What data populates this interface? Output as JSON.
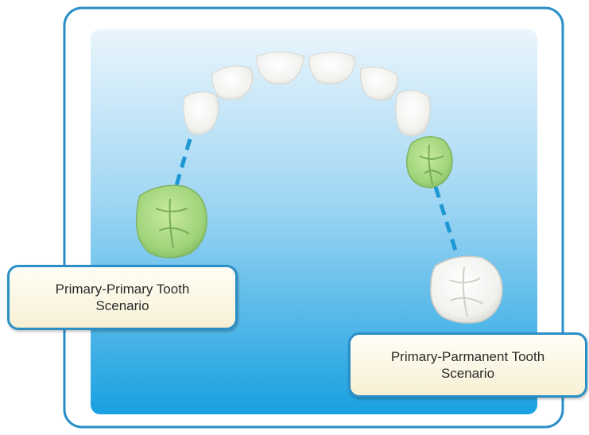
{
  "callouts": {
    "primary_primary": {
      "line1": "Primary-Primary Tooth",
      "line2": "Scenario"
    },
    "primary_permanent": {
      "line1": "Primary-Parmanent Tooth",
      "line2": "Scenario"
    }
  },
  "colors": {
    "frame_border": "#2a8fc6",
    "panel_top": "#e6f3fb",
    "panel_bottom": "#1aa3e2",
    "tooth_white": "#f4f4f2",
    "tooth_green": "#9fd37a",
    "dashed_line": "#1e98d4"
  }
}
